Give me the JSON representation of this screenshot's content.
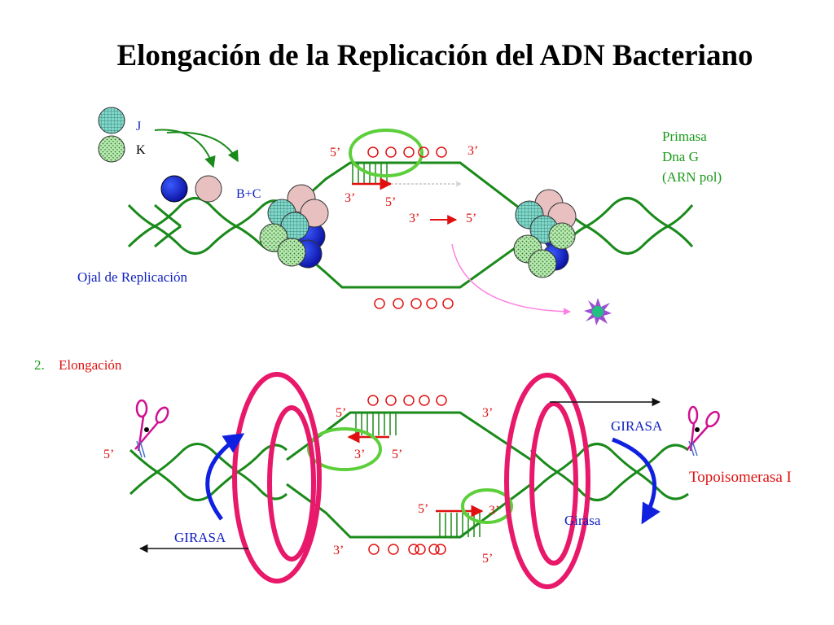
{
  "title": "Elongación de la Replicación del ADN Bacteriano",
  "top": {
    "j": "J",
    "k": "K",
    "bc": "B+C",
    "primasa": [
      "Primasa",
      "Dna G",
      "(ARN pol)"
    ],
    "ojal": "Ojal de Replicación",
    "p5_upper": "5’",
    "p3_upper": "3’",
    "p3_primer": "3’",
    "p5_primer": "5’",
    "p3_lower_arrow": "3’",
    "p5_lower_arrow": "5’"
  },
  "bottom": {
    "section_num": "2.",
    "section_label": "Elongación",
    "left_5": "5’",
    "girasa_left": "GIRASA",
    "girasa_right": "GIRASA",
    "girasa_small": "Girasa",
    "topo": "Topoisomerasa I",
    "u5": "5’",
    "u3": "3’",
    "u3b": "3’",
    "u5b": "5’",
    "l5": "5’",
    "l3": "3’",
    "l3b": "3’",
    "l5b": "5’"
  },
  "colors": {
    "dna": "#1a8a1a",
    "ring": "#e8186a",
    "rna": "#e01010",
    "primer_highlight": "#5ccf3a",
    "protein_blue": "#0a10b0",
    "protein_pink": "#e8b8b8",
    "protein_teal": "#7fd8c8",
    "protein_dotted": "#a8e0a0",
    "arrow_blue": "#1020e0",
    "label_blue": "#1020c0",
    "label_green": "#1a9a1a",
    "label_red": "#e01010"
  }
}
